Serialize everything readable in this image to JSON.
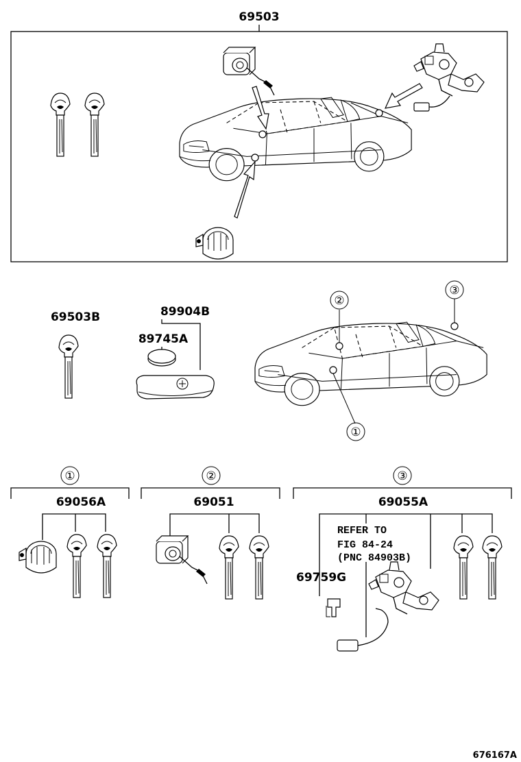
{
  "parts": {
    "main_set": "69503",
    "key_blank": "69503B",
    "transmitter": "89904B",
    "battery": "89745A",
    "set_1": "69056A",
    "set_2": "69051",
    "set_3": "69055A",
    "set_3_extra": "69759G"
  },
  "callouts": {
    "c1": "①",
    "c2": "②",
    "c3": "③"
  },
  "refer_note": {
    "line1": "REFER TO",
    "line2": "FIG 84-24",
    "line3": "(PNC 84903B)"
  },
  "figure_code": "676167A",
  "colors": {
    "ink": "#000000",
    "paper": "#ffffff"
  },
  "icons": [
    "key-icon",
    "door-lock-cylinder-icon",
    "ignition-lock-cylinder-icon",
    "trunk-lock-cylinder-icon",
    "key-transmitter-icon",
    "battery-icon",
    "car-icon",
    "connector-icon",
    "clip-icon"
  ]
}
